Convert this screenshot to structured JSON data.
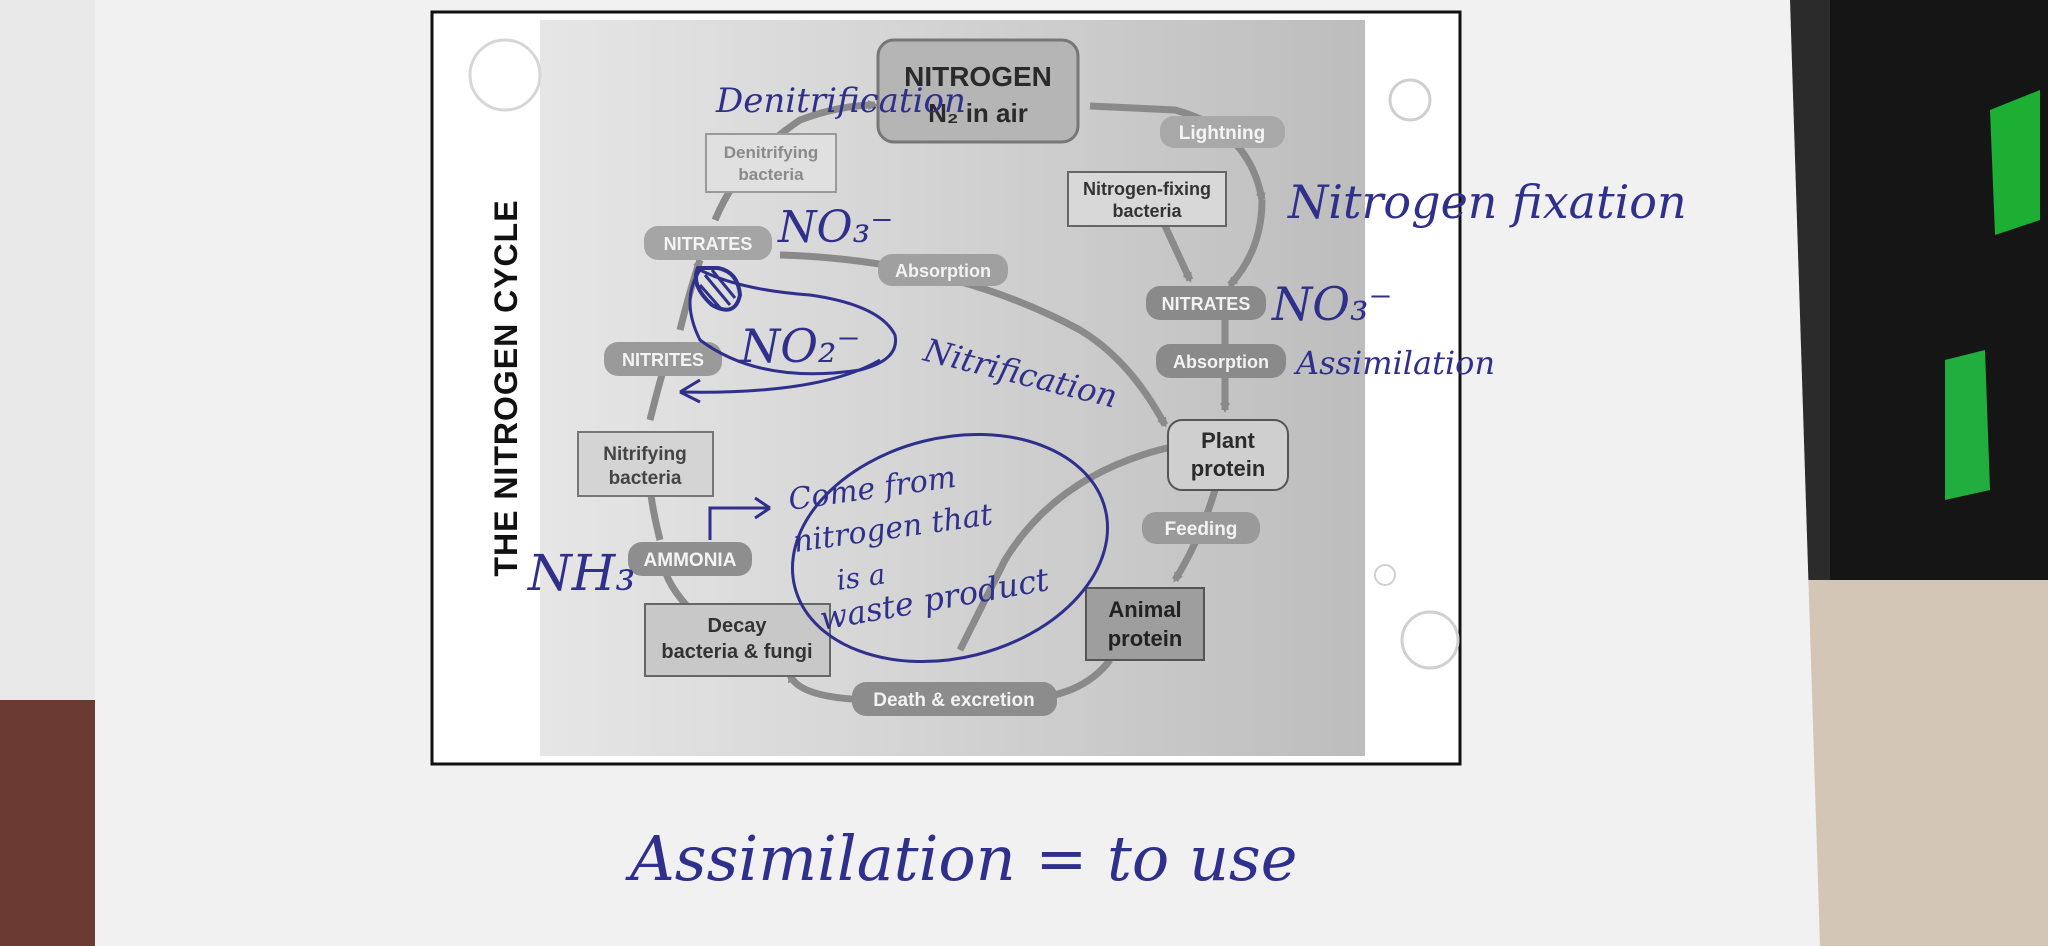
{
  "diagram": {
    "title": "THE NITROGEN CYCLE",
    "nodes": {
      "nitrogen": {
        "title": "NITROGEN",
        "subtitle": "N₂ in air"
      },
      "lightning": "Lightning",
      "nitrogen_fixing_bacteria": [
        "Nitrogen-fixing",
        "bacteria"
      ],
      "nitrates_right": "NITRATES",
      "absorption_right": "Absorption",
      "plant_protein": [
        "Plant",
        "protein"
      ],
      "feeding": "Feeding",
      "animal_protein": [
        "Animal",
        "protein"
      ],
      "death_excretion": "Death & excretion",
      "decay": [
        "Decay",
        "bacteria & fungi"
      ],
      "ammonia": "AMMONIA",
      "nitrifying_bacteria": [
        "Nitrifying",
        "bacteria"
      ],
      "nitrites": "NITRITES",
      "nitrates_left": "NITRATES",
      "absorption_left": "Absorption",
      "denitrifying_bacteria": [
        "Denitrifying",
        "bacteria"
      ]
    }
  },
  "annotations": {
    "denitrification": "Denitrification",
    "nitrogen_fixation": "Nitrogen fixation",
    "no3_right": "NO₃⁻",
    "assimilation": "Assimilation",
    "no3_left": "NO₃⁻",
    "no2": "NO₂⁻",
    "nitrification": "Nitrification",
    "nh3": "NH₃",
    "waste_note": [
      "Come from",
      "nitrogen that",
      "is a",
      "waste product"
    ],
    "bottom_note": "Assimilation = to use"
  }
}
